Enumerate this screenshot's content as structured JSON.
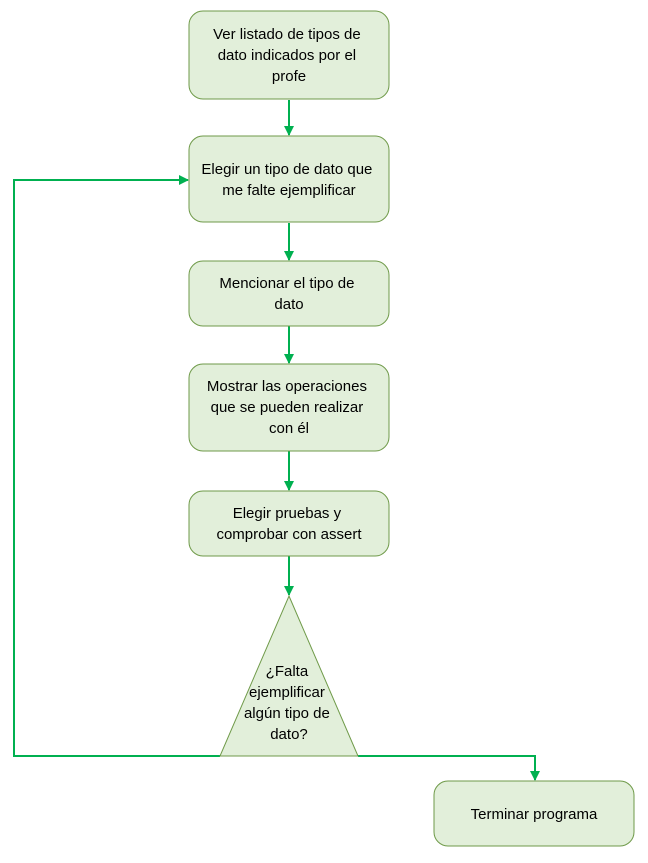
{
  "colors": {
    "box_fill": "#e2efda",
    "box_stroke": "#6f9a49",
    "connector": "#00b050"
  },
  "nodes": [
    {
      "id": "step-1",
      "shape": "rounded-rectangle",
      "lines": [
        "Ver listado de  tipos de",
        "dato indicados por el",
        "profe"
      ]
    },
    {
      "id": "step-2",
      "shape": "rounded-rectangle",
      "lines": [
        "Elegir un tipo de dato que",
        "me falte ejemplificar"
      ]
    },
    {
      "id": "step-3",
      "shape": "rounded-rectangle",
      "lines": [
        "Mencionar el tipo de",
        "dato"
      ]
    },
    {
      "id": "step-4",
      "shape": "rounded-rectangle",
      "lines": [
        "Mostrar las operaciones",
        "que se pueden realizar",
        "con él"
      ]
    },
    {
      "id": "step-5",
      "shape": "rounded-rectangle",
      "lines": [
        "Elegir pruebas y",
        "comprobar con assert"
      ]
    },
    {
      "id": "decision",
      "shape": "triangle",
      "lines": [
        "¿Falta",
        "ejemplificar",
        "algún tipo de",
        "dato?"
      ]
    },
    {
      "id": "end",
      "shape": "rounded-rectangle",
      "lines": [
        "Terminar programa"
      ]
    }
  ],
  "edges": [
    {
      "from": "step-1",
      "to": "step-2"
    },
    {
      "from": "step-2",
      "to": "step-3"
    },
    {
      "from": "step-3",
      "to": "step-4"
    },
    {
      "from": "step-4",
      "to": "step-5"
    },
    {
      "from": "step-5",
      "to": "decision"
    },
    {
      "from": "decision",
      "to": "step-2"
    },
    {
      "from": "decision",
      "to": "end"
    }
  ]
}
